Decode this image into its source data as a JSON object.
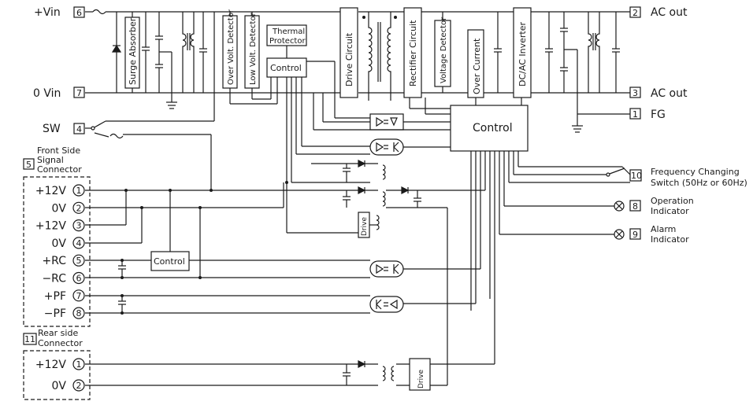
{
  "terminals": {
    "vin_plus": "+Vin",
    "vin_zero": "0 Vin",
    "sw": "SW",
    "ac_out_1": "AC out",
    "ac_out_2": "AC out",
    "fg": "FG",
    "n6": "6",
    "n7": "7",
    "n4": "4",
    "n2": "2",
    "n3": "3",
    "n1": "1"
  },
  "blocks": {
    "surge_absorber": "Surge Absorber",
    "over_volt_detector": "Over Volt. Detector",
    "low_volt_detector": "Low Volt. Detector",
    "thermal_protector_1": "Thermal",
    "thermal_protector_2": "Protector",
    "control_top": "Control",
    "drive_circuit": "Drive Circuit",
    "rectifier_circuit": "Rectifier Circuit",
    "voltage_detector": "Voltage Detector",
    "over_current": "Over Current",
    "dcac_inverter": "DC/AC Inverter",
    "control_main": "Control",
    "control_left": "Control",
    "drive_small_1": "Drive",
    "drive_small_2": "Drive"
  },
  "front_connector": {
    "number": "5",
    "title_1": "Front Side",
    "title_2": "Signal",
    "title_3": "Connector",
    "pins": [
      {
        "label": "+12V",
        "num": "1"
      },
      {
        "label": "0V",
        "num": "2"
      },
      {
        "label": "+12V",
        "num": "3"
      },
      {
        "label": "0V",
        "num": "4"
      },
      {
        "label": "+RC",
        "num": "5"
      },
      {
        "label": "−RC",
        "num": "6"
      },
      {
        "label": "+PF",
        "num": "7"
      },
      {
        "label": "−PF",
        "num": "8"
      }
    ]
  },
  "rear_connector": {
    "number": "11",
    "title_1": "Rear side",
    "title_2": "Connector",
    "pins": [
      {
        "label": "+12V",
        "num": "1"
      },
      {
        "label": "0V",
        "num": "2"
      }
    ]
  },
  "outputs": {
    "freq_num": "10",
    "freq_line1": "Frequency Changing",
    "freq_line2": "Switch (50Hz or 60Hz)",
    "op_num": "8",
    "op_line1": "Operation",
    "op_line2": "Indicator",
    "alarm_num": "9",
    "alarm_line1": "Alarm",
    "alarm_line2": "Indicator"
  }
}
